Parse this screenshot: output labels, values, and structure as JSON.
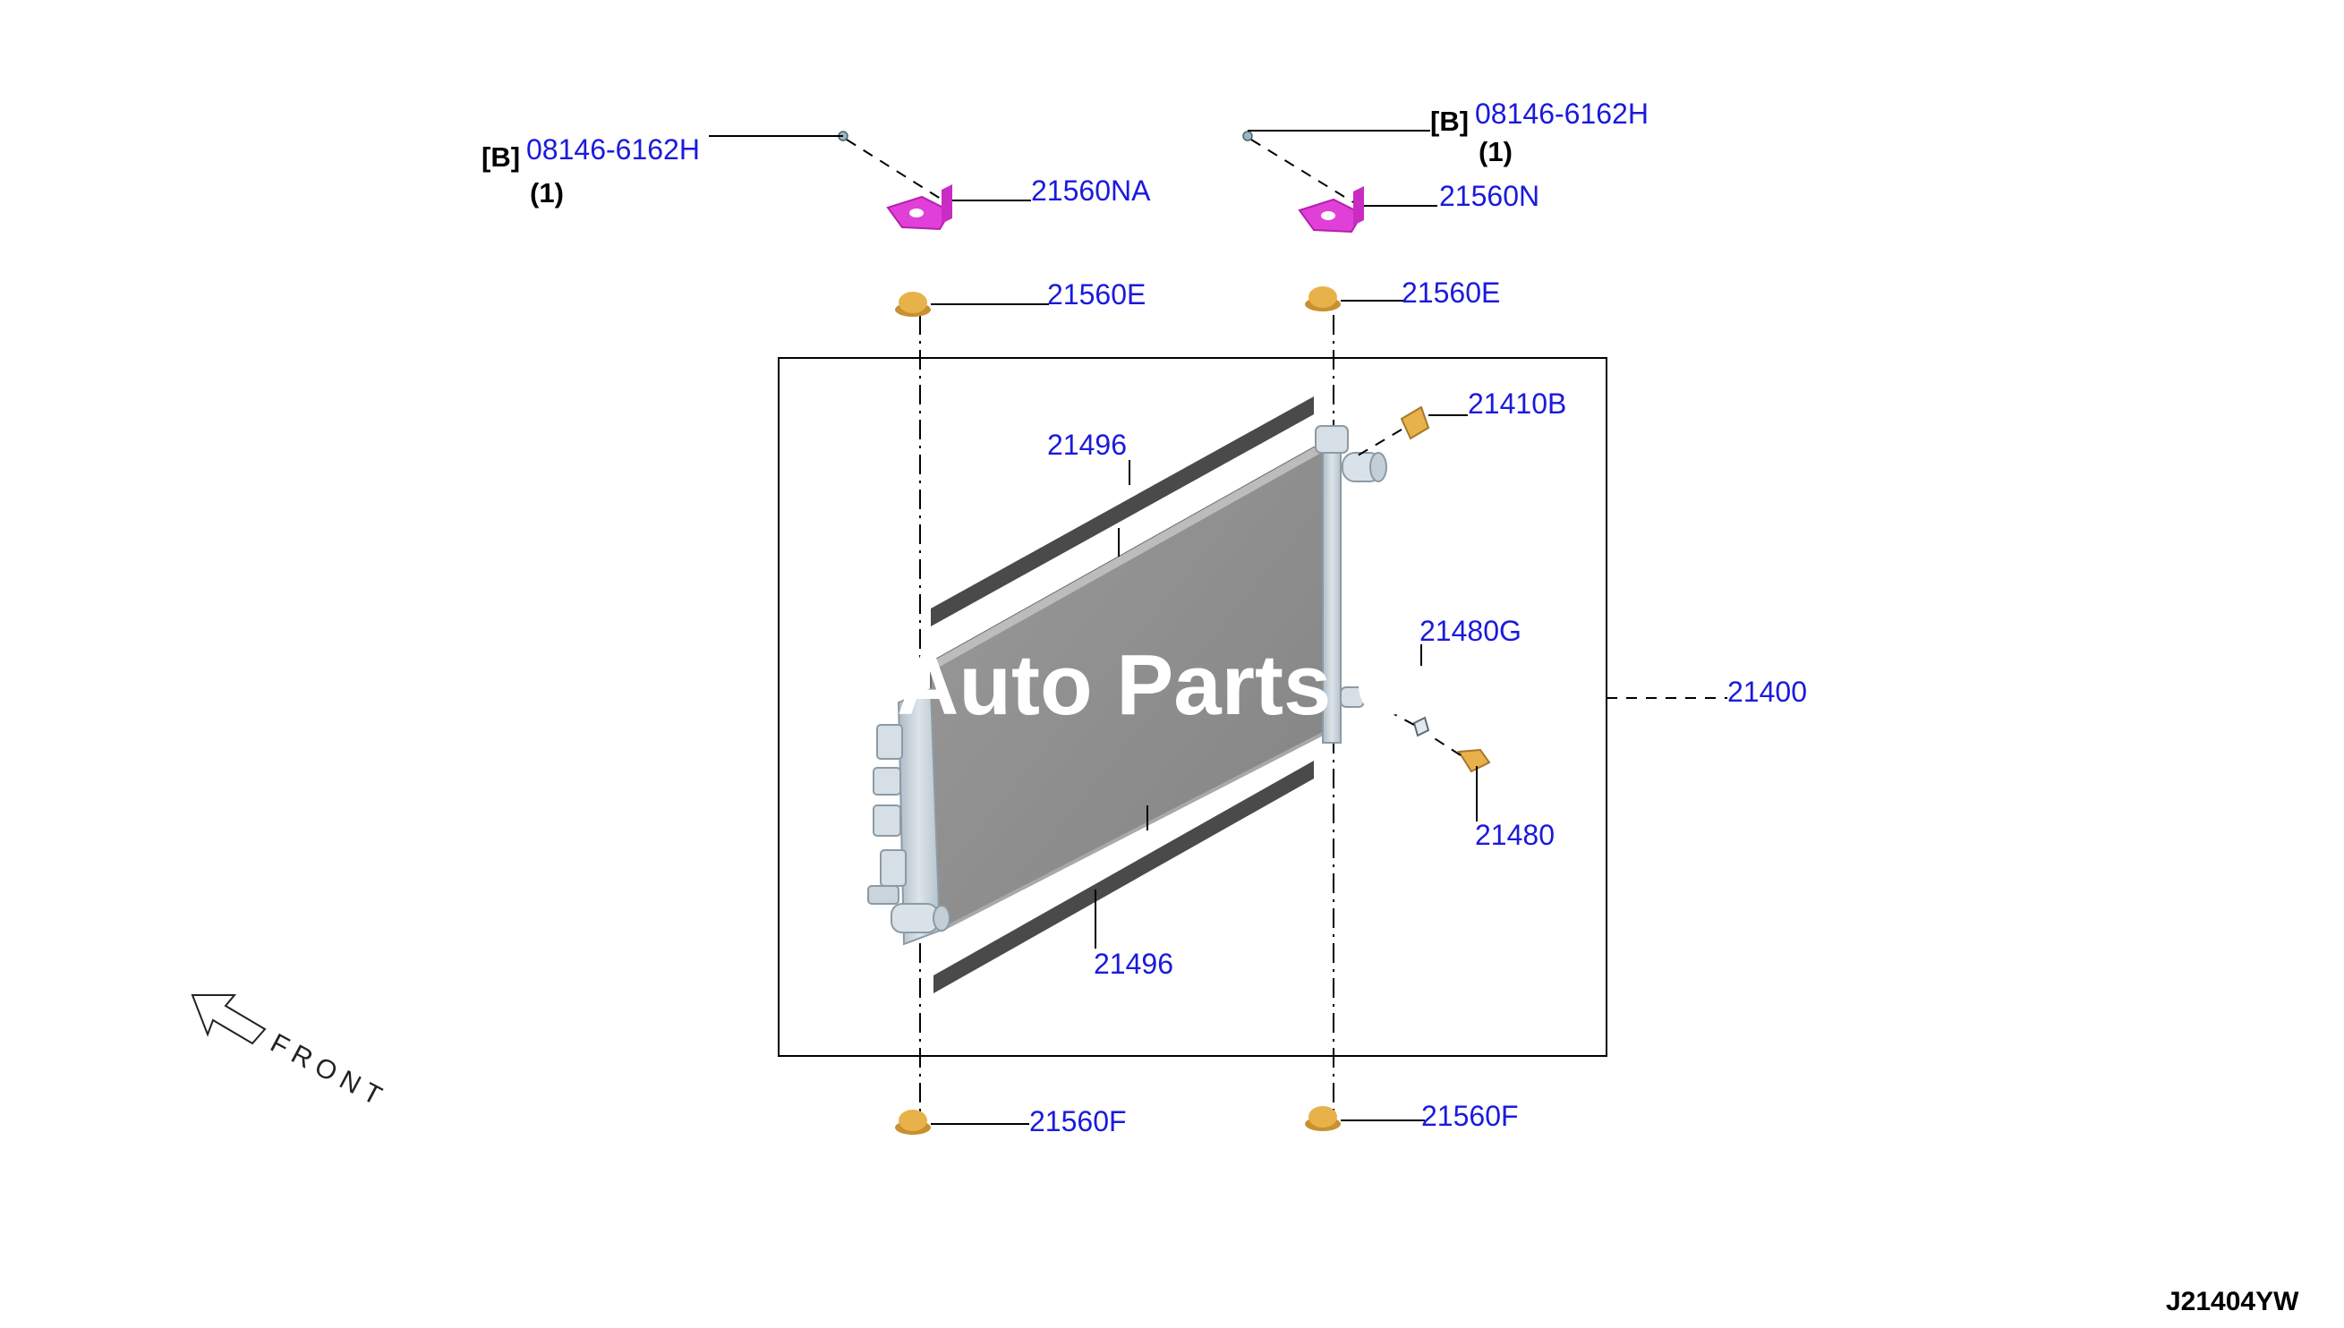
{
  "diagram": {
    "fastener_left": {
      "bracket": "[B]",
      "part": "08146-6162H",
      "qty": "(1)"
    },
    "fastener_right": {
      "bracket": "[B]",
      "part": "08146-6162H",
      "qty": "(1)"
    },
    "parts": {
      "mount_bracket_left": "21560NA",
      "mount_bracket_right": "21560N",
      "upper_insulator_left": "21560E",
      "upper_insulator_right": "21560E",
      "drain_plug_cap": "21410B",
      "seal_upper": "21496",
      "seal_lower": "21496",
      "drain_plug": "21480G",
      "drain_cock": "21480",
      "radiator_assembly": "21400",
      "lower_insulator_left": "21560F",
      "lower_insulator_right": "21560F"
    },
    "front_label": "FRONT",
    "watermark": "Auto Parts Ca",
    "diagram_code": "J21404YW",
    "colors": {
      "part_number": "#1a1adc",
      "bracket_part": "#e040d8",
      "insulator": "#e8b24a",
      "radiator_core": "#8f8f8f",
      "seal_strip": "#4a4a4a",
      "tank": "#c9d4dc"
    }
  }
}
